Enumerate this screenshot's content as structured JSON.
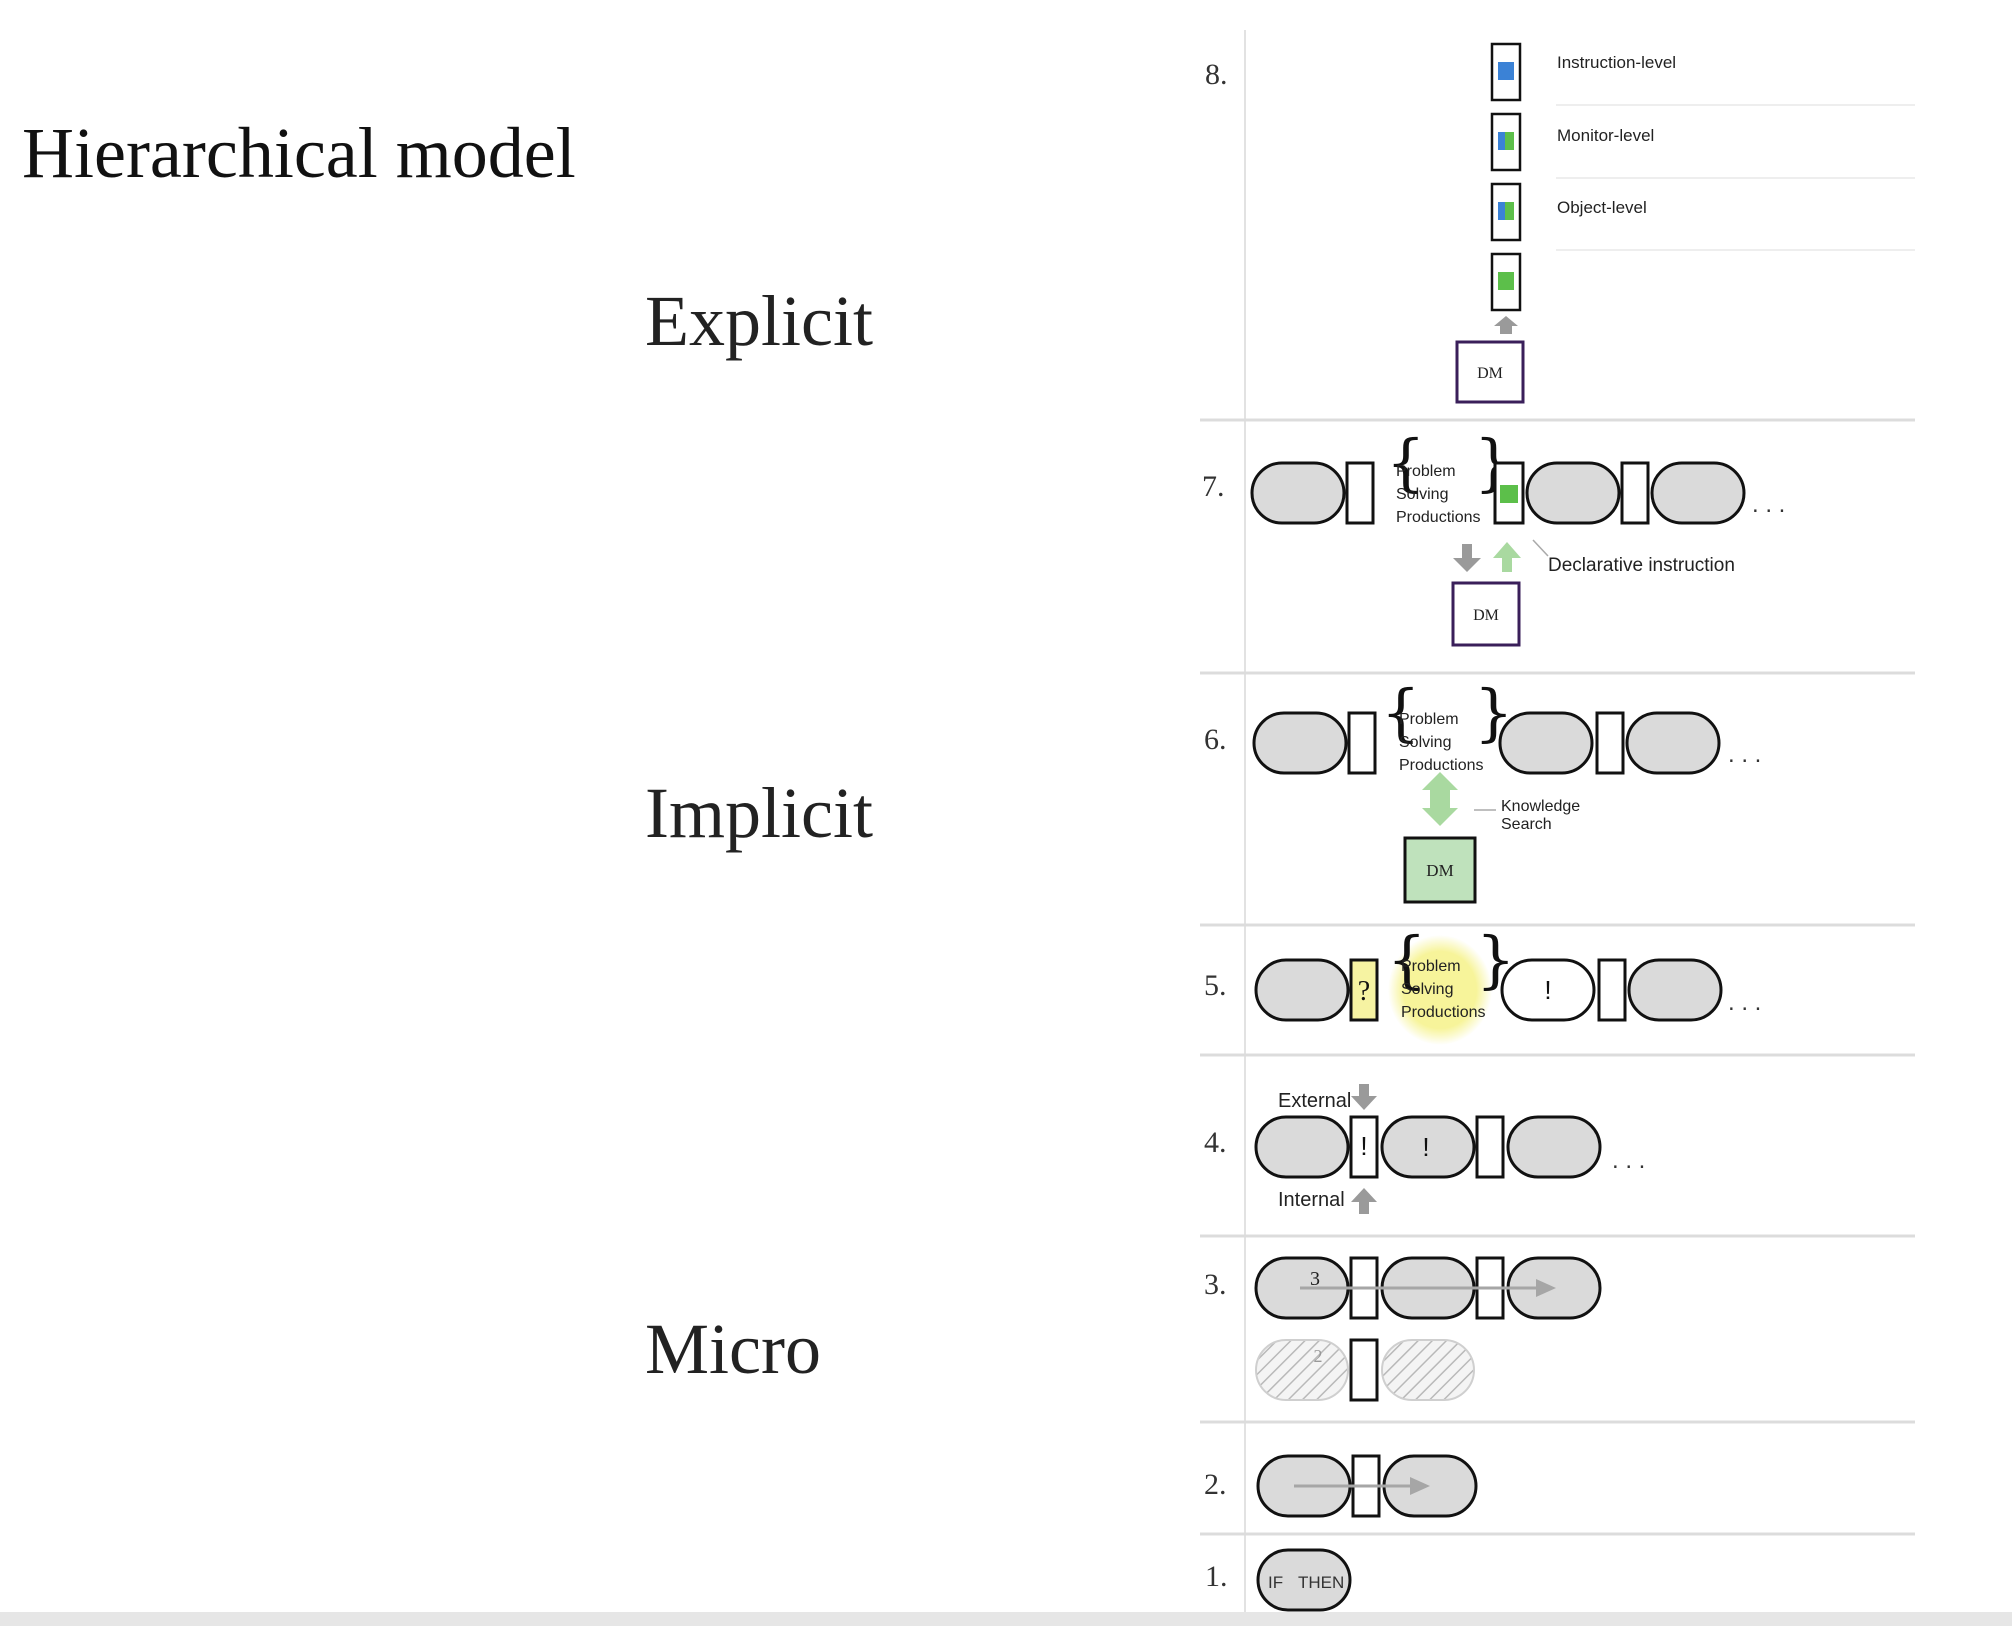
{
  "title": "Hierarchical model",
  "categories": {
    "explicit": "Explicit",
    "implicit": "Implicit",
    "micro": "Micro"
  },
  "rows": {
    "r8": {
      "number": "8.",
      "labels": {
        "instruction": "Instruction-level",
        "monitor": "Monitor-level",
        "object": "Object-level"
      },
      "box": "DM"
    },
    "r7": {
      "number": "7.",
      "braces": [
        "Problem",
        "Solving",
        "Productions"
      ],
      "ellipsis": ". . .",
      "annotation": "Declarative instruction",
      "box": "DM"
    },
    "r6": {
      "number": "6.",
      "braces": [
        "Problem",
        "Solving",
        "Productions"
      ],
      "ellipsis": ". . .",
      "annotation": [
        "Knowledge",
        "Search"
      ],
      "box": "DM"
    },
    "r5": {
      "number": "5.",
      "question": "?",
      "braces": [
        "Problem",
        "Solving",
        "Productions"
      ],
      "exclaim": "!",
      "ellipsis": ". . ."
    },
    "r4": {
      "number": "4.",
      "external": "External",
      "internal": "Internal",
      "exclaim1": "!",
      "exclaim2": "!",
      "ellipsis": ". . ."
    },
    "r3": {
      "number": "3.",
      "label3": "3",
      "label2": "2"
    },
    "r2": {
      "number": "2."
    },
    "r1": {
      "number": "1.",
      "if_label": "IF",
      "then_label": "THEN"
    }
  },
  "colors": {
    "pill_fill": "#dadada",
    "stroke": "#111111",
    "green": "#5cbf4a",
    "blue": "#3b82d6",
    "light_green_arrow": "#a9d9a0",
    "gray_arrow": "#8a8a8a",
    "dm_purple": "#3a1f5a",
    "dm_green_fill": "#bfe2bc",
    "yellow_box": "#f6f3a2",
    "yellow_glow": "#f7f49a",
    "separator": "#dcdcdc"
  }
}
